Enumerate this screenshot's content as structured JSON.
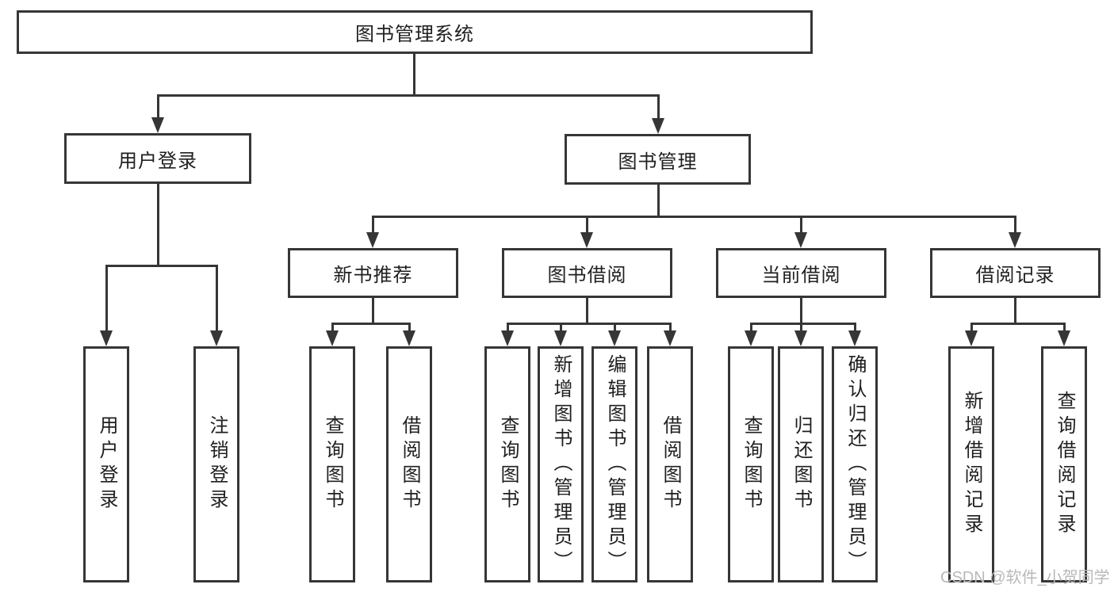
{
  "diagram_title": "图书管理系统",
  "tree": {
    "label": "图书管理系统",
    "children": [
      {
        "label": "用户登录",
        "children": [
          {
            "label": "用户登录"
          },
          {
            "label": "注销登录"
          }
        ]
      },
      {
        "label": "图书管理",
        "children": [
          {
            "label": "新书推荐",
            "children": [
              {
                "label": "查询图书"
              },
              {
                "label": "借阅图书"
              }
            ]
          },
          {
            "label": "图书借阅",
            "children": [
              {
                "label": "查询图书"
              },
              {
                "label": "新增图书（管理员）"
              },
              {
                "label": "编辑图书（管理员）"
              },
              {
                "label": "借阅图书"
              }
            ]
          },
          {
            "label": "当前借阅",
            "children": [
              {
                "label": "查询图书"
              },
              {
                "label": "归还图书"
              },
              {
                "label": "确认归还（管理员）"
              }
            ]
          },
          {
            "label": "借阅记录",
            "children": [
              {
                "label": "新增借阅记录"
              },
              {
                "label": "查询借阅记录"
              }
            ]
          }
        ]
      }
    ]
  },
  "watermark": {
    "text": "CSDN @软件_小贺同学"
  },
  "colors": {
    "line": "#363636",
    "text": "#1f1f1f",
    "watermark": "#b9b9b9",
    "background": "#ffffff"
  }
}
